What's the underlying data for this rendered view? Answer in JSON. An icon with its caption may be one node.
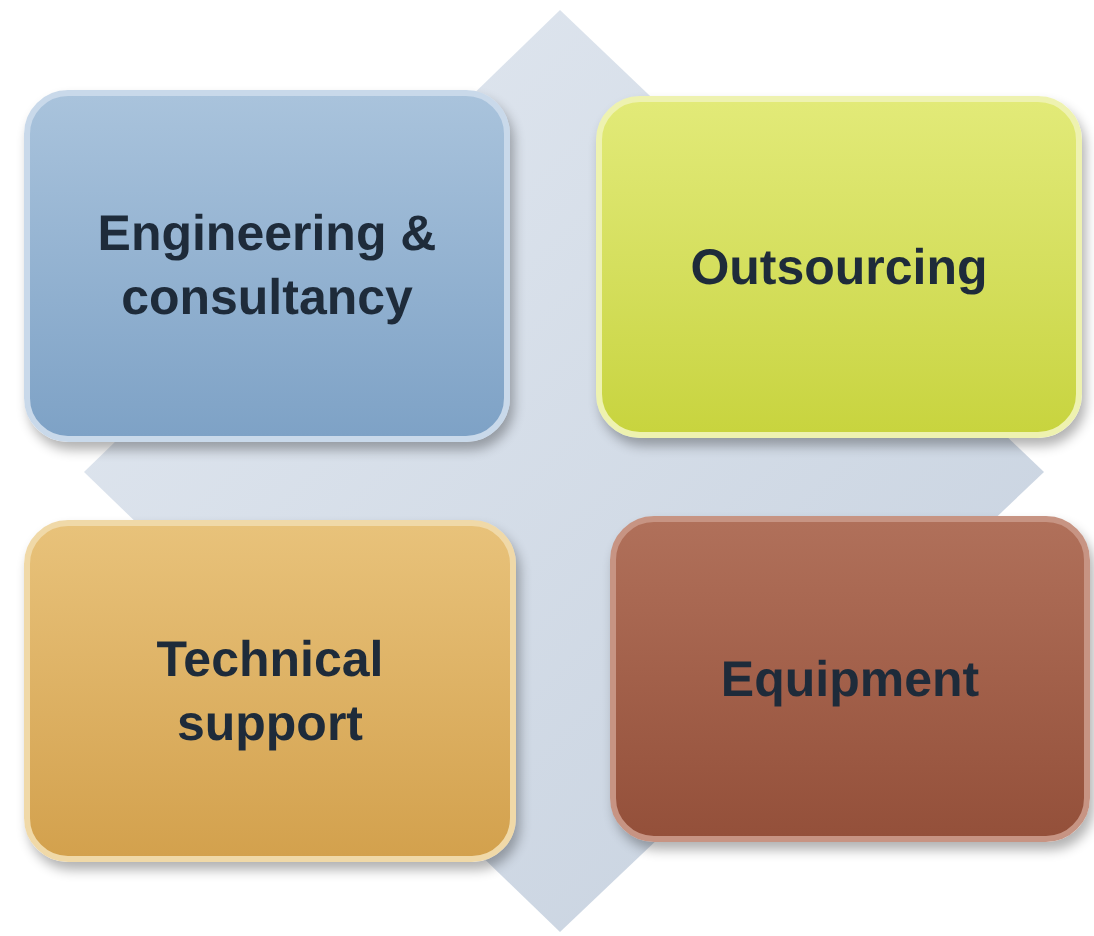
{
  "diagram": {
    "nodes": [
      {
        "text": [
          "Engineering & consultancy"
        ]
      },
      {
        "text": [
          "Outsourcing"
        ]
      },
      {
        "text": [
          "Technical support"
        ]
      },
      {
        "text": [
          "Equipment"
        ]
      }
    ]
  }
}
